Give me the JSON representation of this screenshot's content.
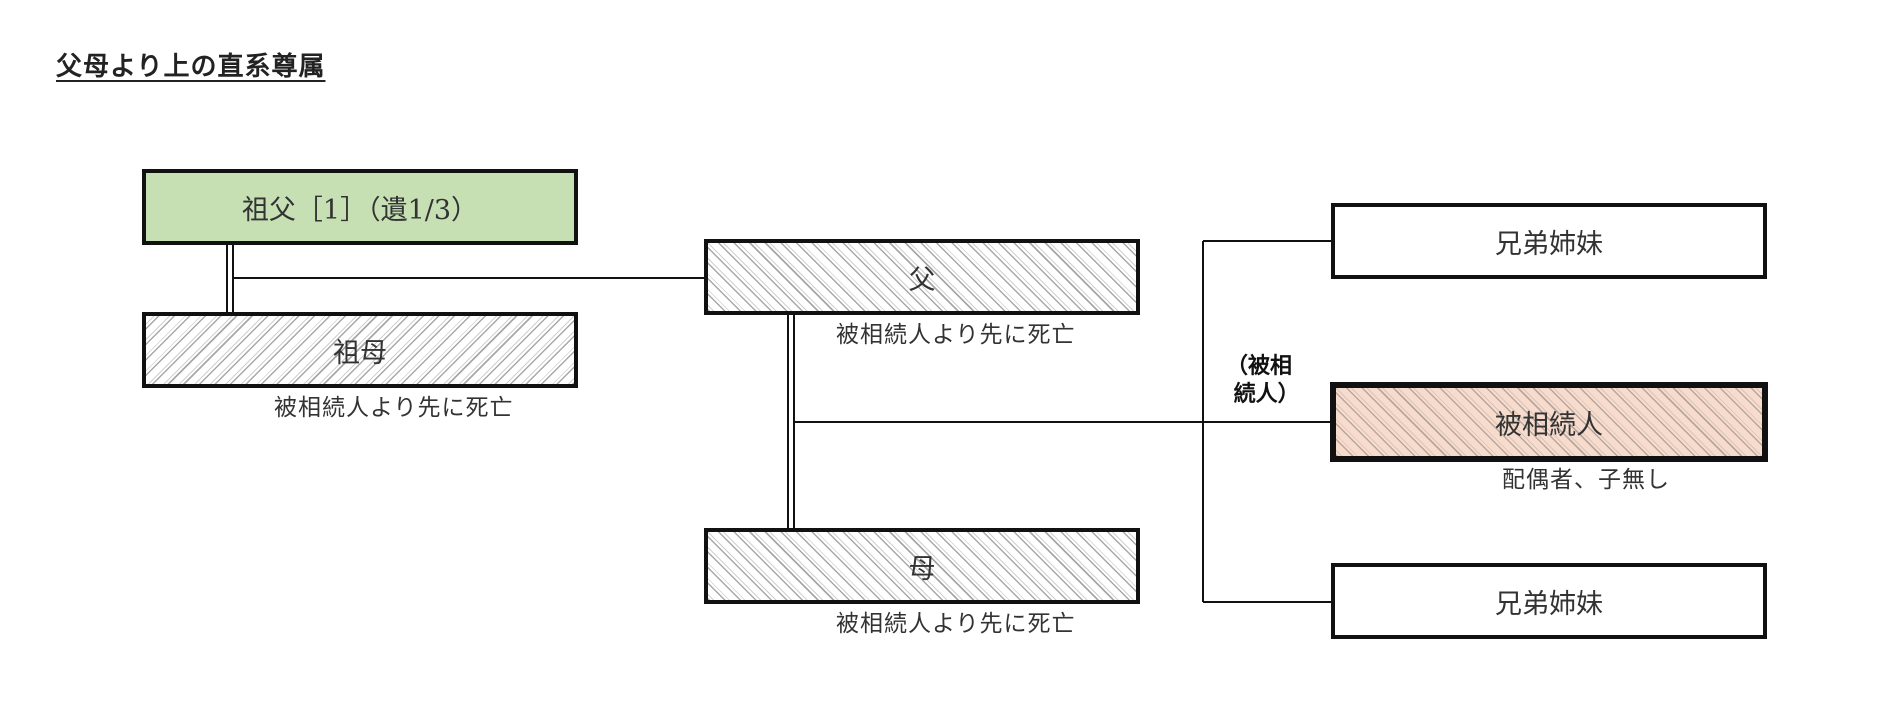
{
  "title": "父母より上の直系尊属",
  "nodes": {
    "grandfather": {
      "label": "祖父［1］（遺1/3）",
      "fill": "#c6e0b4"
    },
    "grandmother": {
      "label": "祖母",
      "note": "被相続人より先に死亡"
    },
    "father": {
      "label": "父",
      "note": "被相続人より先に死亡"
    },
    "mother": {
      "label": "母",
      "note": "被相続人より先に死亡"
    },
    "sibling_top": {
      "label": "兄弟姉妹"
    },
    "decedent": {
      "label": "被相続人",
      "note": "配偶者、子無し",
      "side_label": "（被相\n 続人）",
      "fill": "#f7dccd"
    },
    "sibling_bottom": {
      "label": "兄弟姉妹"
    }
  }
}
